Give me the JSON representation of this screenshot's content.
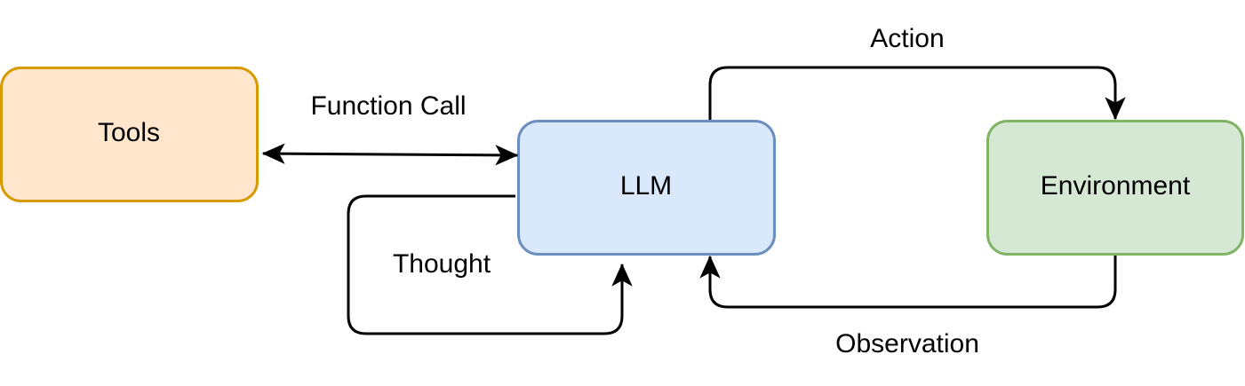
{
  "diagram": {
    "type": "agent-architecture-flow",
    "nodes": {
      "tools": {
        "label": "Tools",
        "fill": "#ffe6cc",
        "stroke": "#d79b00"
      },
      "llm": {
        "label": "LLM",
        "fill": "#dae8fc",
        "stroke": "#6c8ebf"
      },
      "environment": {
        "label": "Environment",
        "fill": "#d5e8d4",
        "stroke": "#82b366"
      }
    },
    "edges": {
      "function_call": {
        "label": "Function Call",
        "from": "LLM",
        "to": "Tools",
        "bidirectional": true
      },
      "thought": {
        "label": "Thought",
        "from": "LLM",
        "to": "LLM"
      },
      "action": {
        "label": "Action",
        "from": "LLM",
        "to": "Environment"
      },
      "observation": {
        "label": "Observation",
        "from": "Environment",
        "to": "LLM"
      }
    },
    "edge_color": "#000000"
  }
}
